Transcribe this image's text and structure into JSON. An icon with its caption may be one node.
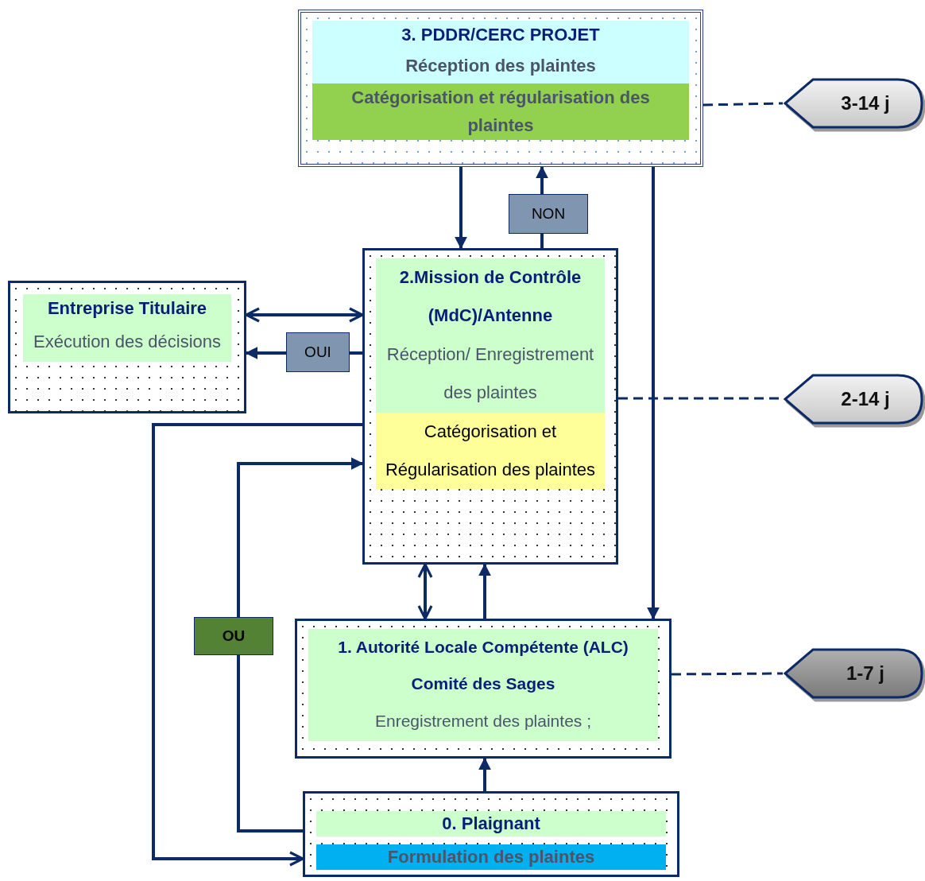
{
  "diagram": {
    "nodes": [
      {
        "text": [
          "3. PDDR/CERC PROJET",
          "Réception des plaintes",
          "Catégorisation et régularisation des plaintes"
        ]
      },
      {
        "text": [
          "Entreprise Titulaire",
          "Exécution des décisions"
        ]
      },
      {
        "text": [
          "2.Mission de Contrôle (MdC)/Antenne",
          "Réception/ Enregistrement des plaintes",
          "Catégorisation et Régularisation des plaintes"
        ]
      },
      {
        "text": [
          "1. Autorité Locale Compétente (ALC)",
          "Comité des Sages",
          "Enregistrement des plaintes ;"
        ]
      },
      {
        "text": [
          "0. Plaignant",
          "Formulation des plaintes"
        ]
      },
      {
        "text": [
          "3-14 j"
        ]
      },
      {
        "text": [
          "2-14 j"
        ]
      },
      {
        "text": [
          "1-7 j"
        ]
      }
    ],
    "edges": [
      {
        "from": 0,
        "to": 2,
        "arrow": "to"
      },
      {
        "from": 2,
        "to": 0,
        "arrow": "to",
        "label": "NON"
      },
      {
        "from": 0,
        "to": 3,
        "arrow": "to"
      },
      {
        "from": 1,
        "to": 2,
        "arrow": "both"
      },
      {
        "from": 2,
        "to": 1,
        "arrow": "to",
        "label": "OUI"
      },
      {
        "from": 2,
        "to": 4,
        "arrow": "to"
      },
      {
        "from": 4,
        "to": 2,
        "arrow": "to",
        "label": "OU"
      },
      {
        "from": 2,
        "to": 3,
        "arrow": "both"
      },
      {
        "from": 3,
        "to": 2,
        "arrow": "to"
      },
      {
        "from": 4,
        "to": 3,
        "arrow": "to"
      },
      {
        "from": 0,
        "to": 5,
        "arrow": "none",
        "style": "dashed"
      },
      {
        "from": 2,
        "to": 6,
        "arrow": "none",
        "style": "dashed"
      },
      {
        "from": 3,
        "to": 7,
        "arrow": "none",
        "style": "dashed"
      }
    ]
  }
}
